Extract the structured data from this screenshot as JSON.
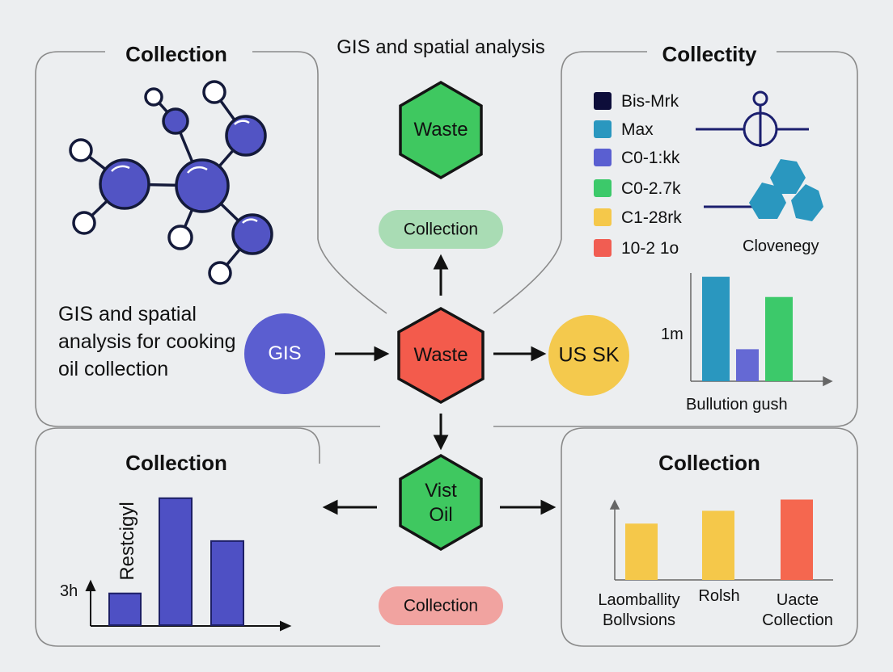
{
  "panels": {
    "top_left": {
      "title": "Collection",
      "description": "GIS and spatial analysis for cooking oil collection"
    },
    "top_center": {
      "title": "GIS and spatial analysis"
    },
    "top_right": {
      "title": "Collectity",
      "legend": [
        {
          "label": "Bis-Mrk",
          "color": "#0d0d3a"
        },
        {
          "label": "Max",
          "color": "#2a97bf"
        },
        {
          "label": "C0-1:kk",
          "color": "#5a5fd1"
        },
        {
          "label": "C0-2.7k",
          "color": "#3cc96a"
        },
        {
          "label": "C1-28rk",
          "color": "#f5c84a"
        },
        {
          "label": "10-2 1o",
          "color": "#f15d52"
        }
      ],
      "icon_label": "Clovenegy",
      "chart_ylabel": "1m",
      "chart_xlabel": "Bullution gush"
    },
    "bottom_left": {
      "title": "Collection",
      "ylabel": "Restcigyl",
      "y_tick": "3h"
    },
    "bottom_right": {
      "title": "Collection",
      "categories": [
        "Laomballity Bollvsions",
        "Rolsh",
        "Uacte Collection"
      ]
    }
  },
  "flow": {
    "top_hex": "Waste",
    "top_pill": "Collection",
    "gis_node": "GIS",
    "center_hex": "Waste",
    "right_node": "US SK",
    "bottom_hex_line1": "Vist",
    "bottom_hex_line2": "Oil",
    "bottom_pill": "Collection"
  },
  "chart_data": [
    {
      "type": "bar",
      "title": "",
      "xlabel": "Bullution gush",
      "ylabel": "1m",
      "categories": [
        "",
        "",
        ""
      ],
      "values": [
        62,
        19,
        50
      ],
      "colors": [
        "#2a97bf",
        "#6569d4",
        "#3cc96a"
      ],
      "ylim": [
        0,
        70
      ]
    },
    {
      "type": "bar",
      "title": "",
      "xlabel": "",
      "ylabel": "Restcigyl",
      "categories": [
        "",
        "",
        ""
      ],
      "values": [
        20,
        80,
        53
      ],
      "colors": [
        "#4e50c4",
        "#4e50c4",
        "#4e50c4"
      ],
      "ylim": [
        0,
        85
      ]
    },
    {
      "type": "bar",
      "title": "",
      "xlabel": "",
      "ylabel": "",
      "categories": [
        "Laomballity Bollvsions",
        "Rolsh",
        "Uacte Collection"
      ],
      "values": [
        75,
        92,
        107
      ],
      "colors": [
        "#f5c84a",
        "#f5c84a",
        "#f5674f"
      ],
      "ylim": [
        0,
        100
      ]
    }
  ],
  "colors": {
    "panel_border": "#8a8a8a",
    "molecule": "#5254c4",
    "hex_green": "#3fc860",
    "hex_red": "#f35b4c",
    "gis": "#5b5ed0",
    "us_sk": "#f4c94d",
    "pill_green": "#a9dcb4",
    "pill_red": "#f1a3a0"
  }
}
